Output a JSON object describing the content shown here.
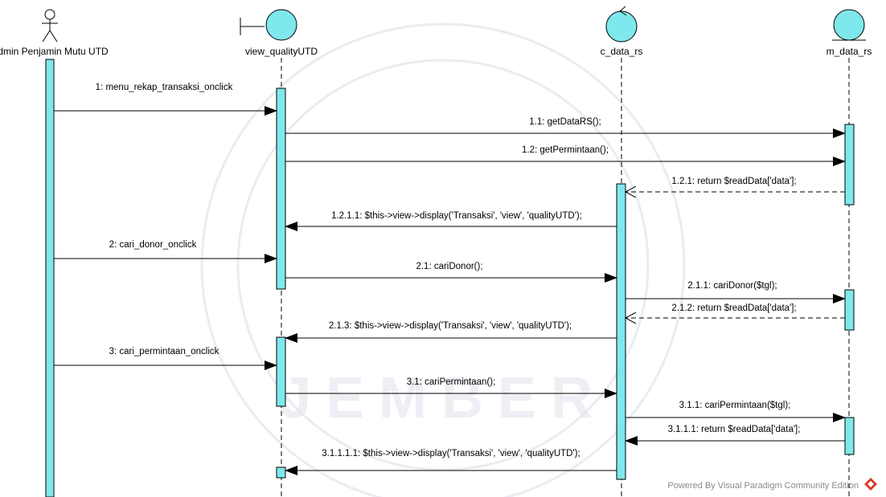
{
  "colors": {
    "fill": "#7fe8ec",
    "stroke": "#000000",
    "footer": "#8a8a8a",
    "brand_icon": "#d63a2a"
  },
  "lifelines": [
    {
      "id": "admin",
      "kind": "actor",
      "name": "Admin Penjamin Mutu UTD"
    },
    {
      "id": "view",
      "kind": "boundary",
      "name": "view_qualityUTD"
    },
    {
      "id": "ctrl",
      "kind": "control",
      "name": "c_data_rs"
    },
    {
      "id": "ent",
      "kind": "entity",
      "name": "m_data_rs"
    }
  ],
  "messages": [
    {
      "label": "1: menu_rekap_transaksi_onclick",
      "from": "admin",
      "to": "view",
      "type": "sync"
    },
    {
      "label": "1.1: getDataRS();",
      "from": "view",
      "to": "ent",
      "type": "sync"
    },
    {
      "label": "1.2: getPermintaan();",
      "from": "view",
      "to": "ent",
      "type": "sync"
    },
    {
      "label": "1.2.1: return $readData['data'];",
      "from": "ent",
      "to": "ctrl",
      "type": "return"
    },
    {
      "label": "1.2.1.1: $this->view->display('Transaksi', 'view', 'qualityUTD');",
      "from": "ctrl",
      "to": "view",
      "type": "sync"
    },
    {
      "label": "2: cari_donor_onclick",
      "from": "admin",
      "to": "view",
      "type": "sync"
    },
    {
      "label": "2.1: cariDonor();",
      "from": "view",
      "to": "ctrl",
      "type": "sync"
    },
    {
      "label": "2.1.1: cariDonor($tgl);",
      "from": "ctrl",
      "to": "ent",
      "type": "sync"
    },
    {
      "label": "2.1.2: return $readData['data'];",
      "from": "ent",
      "to": "ctrl",
      "type": "return"
    },
    {
      "label": "2.1.3: $this->view->display('Transaksi', 'view', 'qualityUTD');",
      "from": "ctrl",
      "to": "view",
      "type": "sync"
    },
    {
      "label": "3: cari_permintaan_onclick",
      "from": "admin",
      "to": "view",
      "type": "sync"
    },
    {
      "label": "3.1: cariPermintaan();",
      "from": "view",
      "to": "ctrl",
      "type": "sync"
    },
    {
      "label": "3.1.1: cariPermintaan($tgl);",
      "from": "ctrl",
      "to": "ent",
      "type": "sync"
    },
    {
      "label": "3.1.1.1: return $readData['data'];",
      "from": "ent",
      "to": "ctrl",
      "type": "sync"
    },
    {
      "label": "3.1.1.1.1: $this->view->display('Transaksi', 'view', 'qualityUTD');",
      "from": "ctrl",
      "to": "view",
      "type": "sync"
    }
  ],
  "footer": {
    "text": "Powered By  Visual Paradigm Community Edition",
    "icon": "visual-paradigm-logo-icon"
  },
  "watermark": {
    "text": "JEMBER",
    "icon": "university-seal-watermark"
  }
}
